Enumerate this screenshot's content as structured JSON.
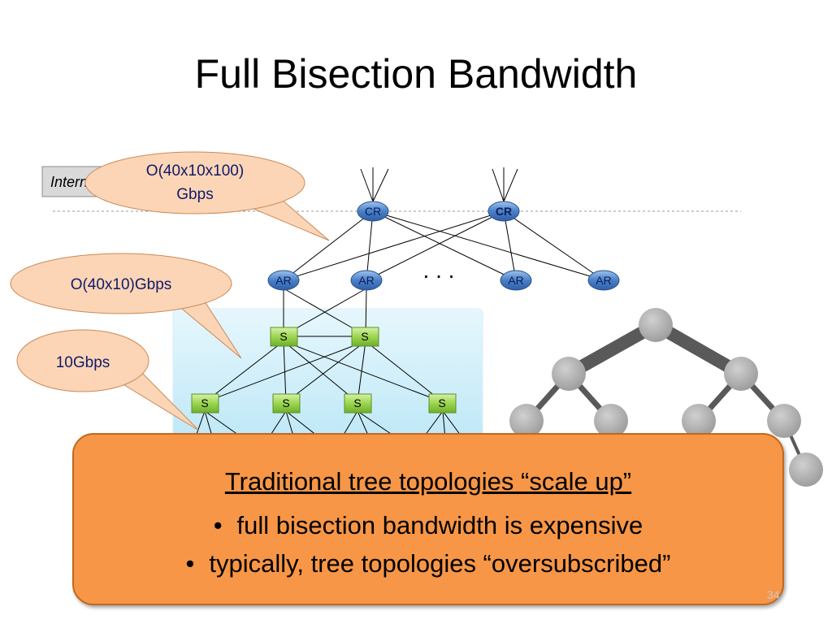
{
  "title": "Full Bisection Bandwidth",
  "internet_label": "Internet",
  "callouts": {
    "core": [
      "O(40x10x100)",
      "Gbps"
    ],
    "agg": "O(40x10)Gbps",
    "access": "10Gbps"
  },
  "nodes": {
    "cr": [
      "CR",
      "CR"
    ],
    "ar": [
      "AR",
      "AR",
      "AR",
      "AR"
    ],
    "ar_dots": ". . .",
    "s_top": [
      "S",
      "S"
    ],
    "s_bottom": [
      "S",
      "S",
      "S",
      "S"
    ]
  },
  "box": {
    "heading": "Traditional tree topologies “scale up”",
    "bullets": [
      "full bisection bandwidth is expensive",
      "typically, tree topologies “oversubscribed”"
    ],
    "bullet_char": "•"
  },
  "slide_number": "34",
  "colors": {
    "callout_fill": "#fbd5b5",
    "box_fill": "#f79646",
    "router_fill": "#4f81bd",
    "switch_fill": "#92d050",
    "tree_gray": "#a6a6a6",
    "cluster_fill": "#c9ecfa"
  }
}
